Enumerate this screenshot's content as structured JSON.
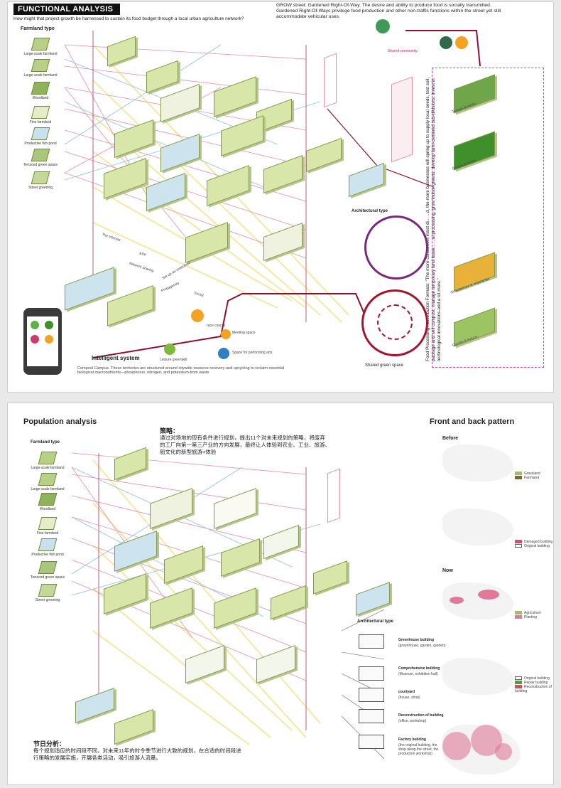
{
  "panel1": {
    "badge": "FUNCTIONAL ANALYSIS",
    "question": "How might that project growth be harnessed to sustain its food budget through a local urban agriculture network?",
    "grow_text": "GROW street: Gardened Right-Of-Way. The desire and ability to produce food is socially transmitted. Gardened Right-Of-Ways privilege food production and other non-traffic functions within the street yet still accommodate vehicular uses.",
    "farmland_title": "Farmland type",
    "farmland_types": [
      "Large-scale farmland",
      "Large-scale farmland",
      "Woodland",
      "Fine farmland",
      "Productive fish pond",
      "Terraced green space",
      "Street greening"
    ],
    "shared_community": "Shared community",
    "architectural_type": "Architectural type",
    "shared_green_space": "Shared green space",
    "intelligent_system": "Intelligent system",
    "race_course": "race course",
    "meeting_space": "Meeting space",
    "leisure_greenbelt": "Leisure greenbelt",
    "performing_arts": "Space for performing arts",
    "compost_text": "Compost Campus. These territories are structured around citywide resource recovery and upcycling to reclaim essential biological macronutrients—phosphorus, nitrogen, and potassium-from waste",
    "food_processing_text": "Food Processing / Distribution Formats: \"The more consumers insist di... ...d, the more businesses will spring up to supply local seeds, test soil, package and sell compost, manage temporary land lease... ...al processing, grow indoor greens, develop farm-centered sub-divisions, invest in technological innovations-and a lot more.\"",
    "crop_labels": [
      "Tomato & herbs",
      "Greens & herbs",
      "Strawberries & vegetables",
      "Carrots & lettuce"
    ],
    "axis_labels": [
      "The Internet",
      "APP",
      "Network sharing",
      "Set up an institution",
      "Propaganda",
      "Social"
    ]
  },
  "panel2": {
    "title": "Population analysis",
    "strategy_title": "策略：",
    "strategy_text": "通过对场地的现有条件进行规划，提出11个对未来规划的策略，将废弃的工厂向第一第三产业的方向发展，最终让人体验到农业、工业、旅游、船文化的新型旅游+体验",
    "farmland_title": "Farmland type",
    "farmland_types": [
      "Large-scale farmland",
      "Large-scale farmland",
      "Woodland",
      "Fine farmland",
      "Productive fish pond",
      "Terraced green space",
      "Street greening"
    ],
    "architectural_type": "Architectural type",
    "arch_items": [
      {
        "name": "Greenhouse building",
        "sub": "(greenhouse, garden, garden)"
      },
      {
        "name": "Comprehensive building",
        "sub": "(Museum, exhibition hall)"
      },
      {
        "name": "courtyard",
        "sub": "(house, shop)"
      },
      {
        "name": "Reconstruction of building",
        "sub": "(office, workshop)"
      },
      {
        "name": "Factory building",
        "sub": "(the original building, the shop along the street, the production workshop)"
      }
    ],
    "festival_title": "节日分析：",
    "festival_text": "每个规划适应的时间段不同，对未来11年的时令季节进行大致的规划，在合适的时间段进行策略的发展实施，开展各类活动，吸引旅游人流量。",
    "front_back_title": "Front and back pattern",
    "before": "Before",
    "now": "Now",
    "legends": [
      [
        {
          "label": "Grassland",
          "color": "#9fc15a"
        },
        {
          "label": "Farmland",
          "color": "#7a6a3a"
        }
      ],
      [
        {
          "label": "Damaged building",
          "color": "#d94a6e"
        },
        {
          "label": "Original building",
          "color": "#ffffff"
        }
      ],
      [
        {
          "label": "Agriculture",
          "color": "#9fc15a"
        },
        {
          "label": "Planting",
          "color": "#e07a98"
        }
      ],
      [
        {
          "label": "Original building",
          "color": "#ffffff"
        },
        {
          "label": "Repair building",
          "color": "#5a9a3a"
        },
        {
          "label": "Reconstruction of building",
          "color": "#d94a6e"
        }
      ]
    ]
  },
  "colors": {
    "green": "#b8cf86",
    "pink": "#e58fa6",
    "magenta": "#c64ea9",
    "darkred": "#8b1030",
    "yellow": "#f4e7a0",
    "blue": "#8cc1e0"
  }
}
